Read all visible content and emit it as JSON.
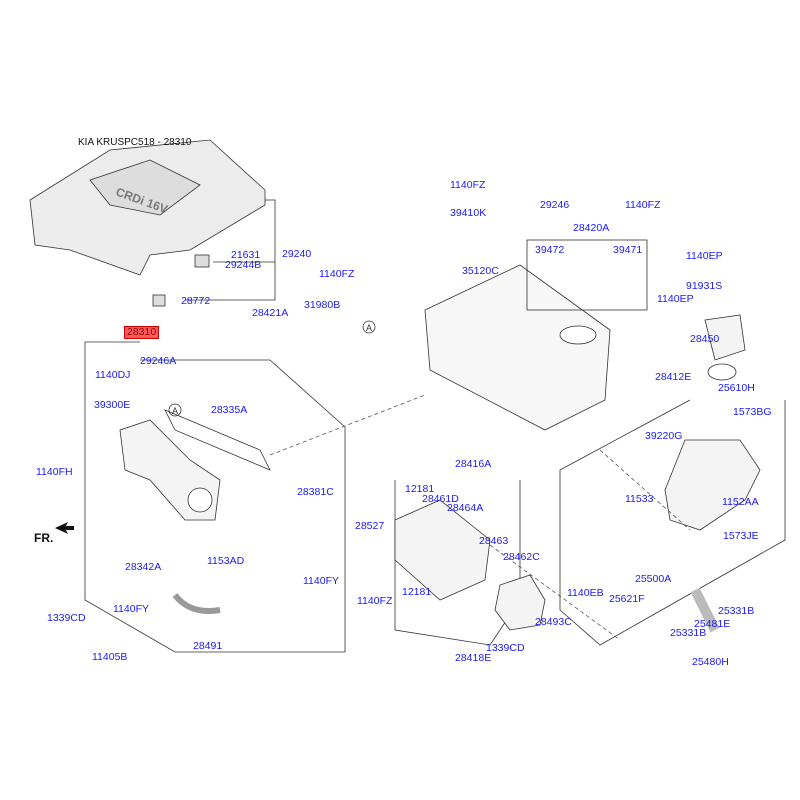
{
  "title": "KIA KRUSPC518 - 28310",
  "front_marker": "FR.",
  "cover_badge": "CRDi 16V",
  "highlight_color": "#ff5a5a",
  "label_color": "#1a1aff",
  "highlighted_part": "28310",
  "parts": [
    "21631",
    "29244B",
    "29240",
    "28772",
    "28421A",
    "31980B",
    "28310",
    "29246A",
    "1140DJ",
    "39300E",
    "28335A",
    "1140FH",
    "28381C",
    "1153AD",
    "28342A",
    "1140FY",
    "1339CD",
    "1140FY",
    "28491",
    "11405B",
    "1140FZ",
    "29246",
    "1140FZ",
    "39410K",
    "28420A",
    "39472",
    "39471",
    "35120C",
    "1140FZ",
    "1140EP",
    "91931S",
    "1140EP",
    "28450",
    "28412E",
    "25610H",
    "1573BG",
    "39220G",
    "28416A",
    "12181",
    "28461D",
    "28464A",
    "11533",
    "1152AA",
    "28527",
    "28463",
    "1573JE",
    "28462C",
    "25500A",
    "1140FZ",
    "12181",
    "28493C",
    "1140EB",
    "25621F",
    "28418E",
    "1339CD",
    "25331B",
    "25481E",
    "25331B",
    "25480H"
  ],
  "callouts": [
    "A",
    "A"
  ]
}
